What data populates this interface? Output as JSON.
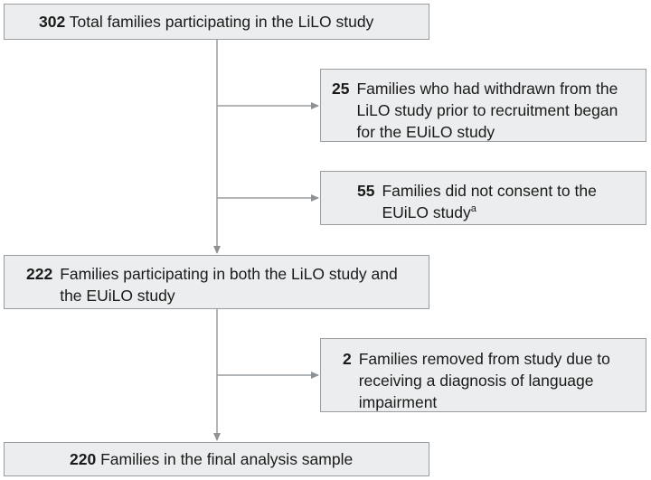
{
  "boxes": {
    "total": {
      "count": "302",
      "text": "Total families participating in the LiLO study"
    },
    "withdrawn": {
      "count": "25",
      "text": "Families who had withdrawn from the LiLO study prior to recruitment began for the EUiLO study"
    },
    "no_consent": {
      "count": "55",
      "text": "Families did not consent to the EUiLO study",
      "footnote": "a"
    },
    "both": {
      "count": "222",
      "text": "Families participating in both the LiLO study and the EUiLO study"
    },
    "removed": {
      "count": "2",
      "text": "Families removed from study due to receiving a diagnosis of language impairment"
    },
    "final": {
      "count": "220",
      "text": "Families in the final analysis sample"
    }
  },
  "colors": {
    "box_fill": "#ebedee",
    "box_border": "#9a9da0",
    "line": "#9a9da0"
  }
}
